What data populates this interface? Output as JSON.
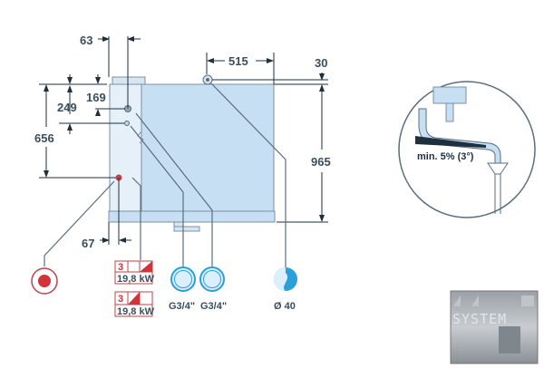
{
  "dimensions": {
    "d63": "63",
    "d515": "515",
    "d30": "30",
    "d169": "169",
    "d249": "249",
    "d656": "656",
    "d965": "965",
    "d67": "67"
  },
  "connections": {
    "power_top": {
      "phases": "3",
      "power": "19,8 kW"
    },
    "power_bottom": {
      "phases": "3",
      "power": "19,8 kW"
    },
    "water_inlet_1": "G3/4\"",
    "water_inlet_2": "G3/4\"",
    "drain": "Ø 40"
  },
  "inset": {
    "slope_label": "min. 5% (3°)"
  },
  "logo": {
    "text": "SYSTEM"
  },
  "colors": {
    "body": "#c6dff2",
    "outline": "#5a6e80",
    "electric": "#d0333a",
    "water": "#2a9fd8"
  }
}
